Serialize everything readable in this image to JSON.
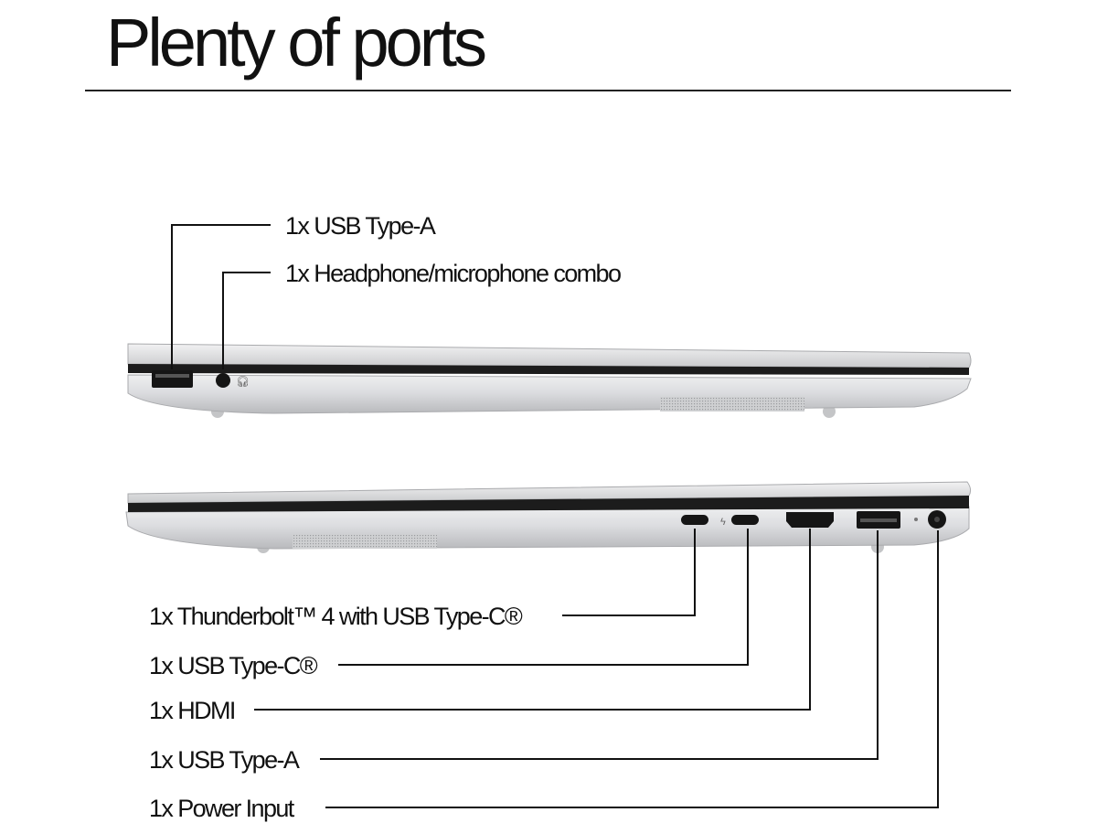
{
  "title": "Plenty of ports",
  "left_side": {
    "labels": [
      "1x USB Type-A",
      "1x Headphone/microphone combo"
    ]
  },
  "right_side": {
    "labels": [
      "1x Thunderbolt™ 4 with USB Type-C®",
      "1x USB Type-C®",
      "1x HDMI",
      "1x USB Type-A",
      "1x Power Input"
    ]
  },
  "colors": {
    "text": "#111111",
    "laptop_silver": "#d9dadc",
    "port": "#151515"
  }
}
